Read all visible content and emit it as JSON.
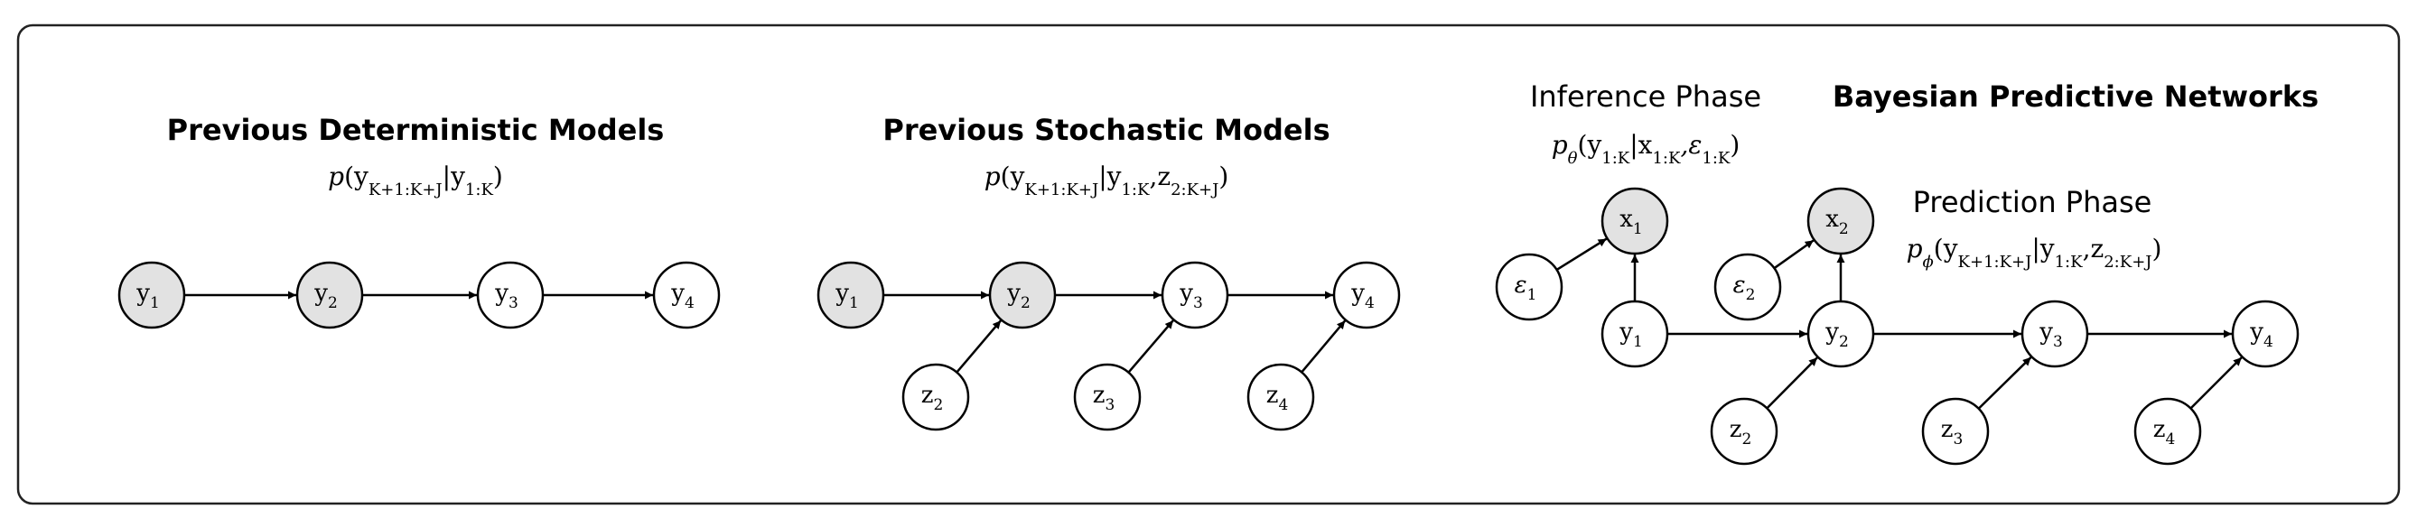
{
  "panels": [
    {
      "id": "deterministic",
      "title": "Previous Deterministic Models",
      "formula": {
        "fn": "p",
        "args": [
          [
            "y",
            "K+1:K+J"
          ],
          [
            "|y",
            "1:K"
          ]
        ]
      },
      "nodes": [
        {
          "id": "y1",
          "base": "y",
          "sub": "1",
          "shaded": true
        },
        {
          "id": "y2",
          "base": "y",
          "sub": "2",
          "shaded": true
        },
        {
          "id": "y3",
          "base": "y",
          "sub": "3",
          "shaded": false
        },
        {
          "id": "y4",
          "base": "y",
          "sub": "4",
          "shaded": false
        }
      ],
      "edges": [
        [
          "y1",
          "y2"
        ],
        [
          "y2",
          "y3"
        ],
        [
          "y3",
          "y4"
        ]
      ]
    },
    {
      "id": "stochastic",
      "title": "Previous Stochastic Models",
      "formula": {
        "fn": "p",
        "args": [
          [
            "y",
            "K+1:K+J"
          ],
          [
            "|y",
            "1:K"
          ],
          [
            ",z",
            "2:K+J"
          ]
        ]
      },
      "nodes": [
        {
          "id": "y1",
          "base": "y",
          "sub": "1",
          "shaded": true
        },
        {
          "id": "y2",
          "base": "y",
          "sub": "2",
          "shaded": true
        },
        {
          "id": "y3",
          "base": "y",
          "sub": "3",
          "shaded": false
        },
        {
          "id": "y4",
          "base": "y",
          "sub": "4",
          "shaded": false
        },
        {
          "id": "z2",
          "base": "z",
          "sub": "2",
          "shaded": false
        },
        {
          "id": "z3",
          "base": "z",
          "sub": "3",
          "shaded": false
        },
        {
          "id": "z4",
          "base": "z",
          "sub": "4",
          "shaded": false
        }
      ],
      "edges": [
        [
          "y1",
          "y2"
        ],
        [
          "y2",
          "y3"
        ],
        [
          "y3",
          "y4"
        ],
        [
          "z2",
          "y2"
        ],
        [
          "z3",
          "y3"
        ],
        [
          "z4",
          "y4"
        ]
      ]
    },
    {
      "id": "bayesian",
      "title": "Bayesian Predictive Networks",
      "inference_phase": {
        "label": "Inference Phase",
        "formula": {
          "fn": "p",
          "fn_sub": "θ",
          "args": [
            [
              "y",
              "1:K"
            ],
            [
              "|x",
              "1:K"
            ],
            [
              ",ε",
              "1:K"
            ]
          ]
        }
      },
      "prediction_phase": {
        "label": "Prediction Phase",
        "formula": {
          "fn": "p",
          "fn_sub": "ϕ",
          "args": [
            [
              "y",
              "K+1:K+J"
            ],
            [
              "|y",
              "1:K"
            ],
            [
              ",z",
              "2:K+J"
            ]
          ]
        }
      },
      "nodes": [
        {
          "id": "x1",
          "base": "x",
          "sub": "1",
          "shaded": true
        },
        {
          "id": "x2",
          "base": "x",
          "sub": "2",
          "shaded": true
        },
        {
          "id": "e1",
          "base": "ε",
          "sub": "1",
          "shaded": false,
          "italic": true
        },
        {
          "id": "e2",
          "base": "ε",
          "sub": "2",
          "shaded": false,
          "italic": true
        },
        {
          "id": "y1",
          "base": "y",
          "sub": "1",
          "shaded": false
        },
        {
          "id": "y2",
          "base": "y",
          "sub": "2",
          "shaded": false
        },
        {
          "id": "y3",
          "base": "y",
          "sub": "3",
          "shaded": false
        },
        {
          "id": "y4",
          "base": "y",
          "sub": "4",
          "shaded": false
        },
        {
          "id": "z2",
          "base": "z",
          "sub": "2",
          "shaded": false
        },
        {
          "id": "z3",
          "base": "z",
          "sub": "3",
          "shaded": false
        },
        {
          "id": "z4",
          "base": "z",
          "sub": "4",
          "shaded": false
        }
      ],
      "edges": [
        [
          "e1",
          "x1"
        ],
        [
          "y1",
          "x1"
        ],
        [
          "e2",
          "x2"
        ],
        [
          "y2",
          "x2"
        ],
        [
          "y1",
          "y2"
        ],
        [
          "y2",
          "y3"
        ],
        [
          "y3",
          "y4"
        ],
        [
          "z2",
          "y2"
        ],
        [
          "z3",
          "y3"
        ],
        [
          "z4",
          "y4"
        ]
      ]
    }
  ]
}
